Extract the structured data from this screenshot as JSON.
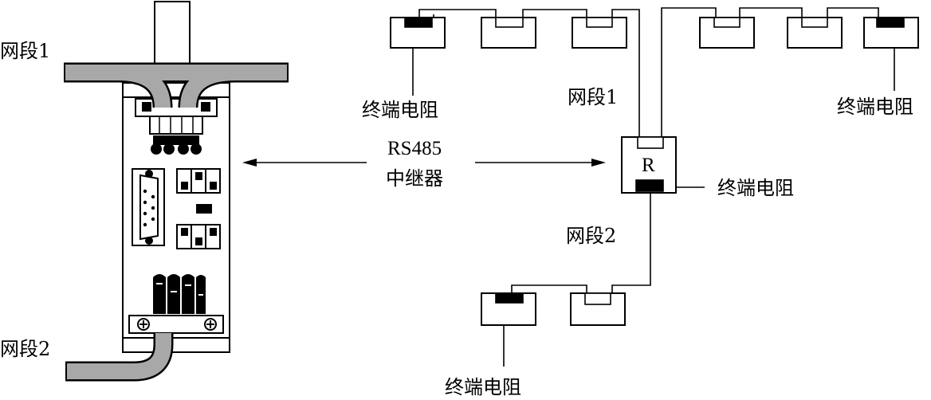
{
  "labels": {
    "segment1": "网段1",
    "segment2": "网段2",
    "terminator": "终端电阻",
    "repeater_line1": "RS485",
    "repeater_line2": "中继器",
    "repeater_symbol": "R"
  },
  "colors": {
    "line": "#000000",
    "cable_fill": "#a8a8a8",
    "background": "#ffffff"
  },
  "icons": [
    "repeater-device-icon",
    "db9-connector-icon",
    "dip-switch-icon",
    "screw-terminal-icon"
  ]
}
